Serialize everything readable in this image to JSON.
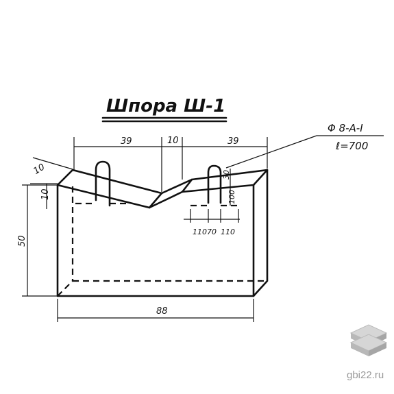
{
  "title": "Шпора Ш-1",
  "spec": {
    "rebar": "Φ 8-A-I",
    "length": "ℓ=700"
  },
  "dimensions": {
    "top_left": "39",
    "top_mid": "10",
    "top_right": "39",
    "slope_a": "10",
    "slope_b": "10",
    "height": "50",
    "bottom": "88",
    "loop_h": "100",
    "loop_top": "30",
    "loop_w1": "110",
    "loop_w2": "70",
    "loop_w3": "110"
  },
  "watermark": {
    "text": "gbi22.ru"
  }
}
